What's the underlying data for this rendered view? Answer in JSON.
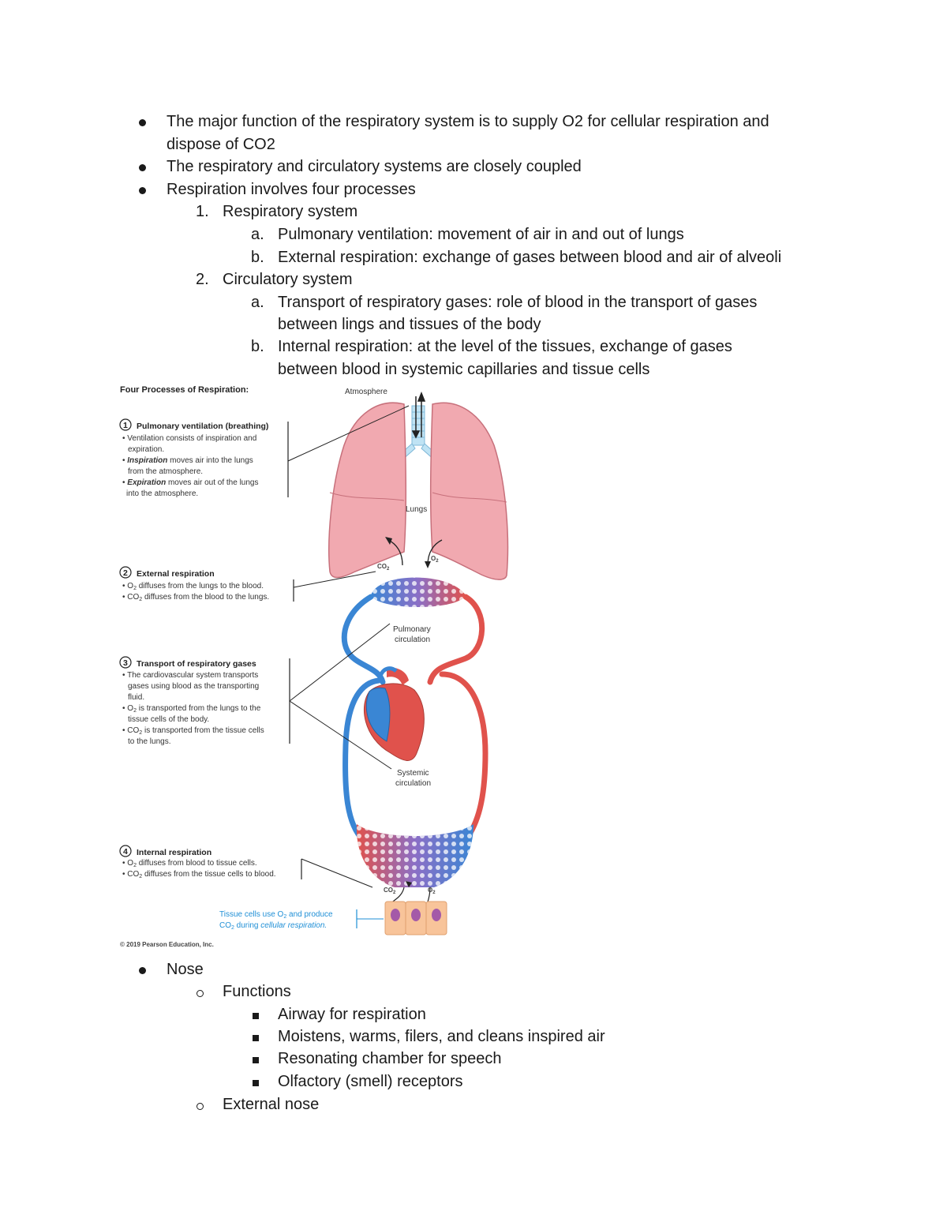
{
  "top_list": {
    "item1_line1": "The major function of the respiratory system is to supply O2 for cellular respiration and",
    "item1_line2": "dispose of CO2",
    "item2": "The respiratory and circulatory systems are closely coupled",
    "item3": "Respiration involves four processes",
    "sub1": {
      "marker": "1.",
      "label": "Respiratory system",
      "a_marker": "a.",
      "a": "Pulmonary ventilation: movement of air in and out of lungs",
      "b_marker": "b.",
      "b": "External respiration: exchange of gases between blood and air of alveoli"
    },
    "sub2": {
      "marker": "2.",
      "label": "Circulatory system",
      "a_marker": "a.",
      "a_line1": "Transport of respiratory gases: role of blood in the transport of gases",
      "a_line2": "between lings and tissues of the body",
      "b_marker": "b.",
      "b_line1": "Internal respiration: at the level of the tissues, exchange of gases",
      "b_line2": "between blood in systemic capillaries and tissue cells"
    }
  },
  "figure": {
    "title": "Four Processes of Respiration:",
    "atmosphere": "Atmosphere",
    "lungs": "Lungs",
    "co2": "CO",
    "o2": "O",
    "sub2": "2",
    "pulmonary_1": "Pulmonary",
    "pulmonary_2": "circulation",
    "systemic_1": "Systemic",
    "systemic_2": "circulation",
    "step1": {
      "num": "1",
      "head": "Pulmonary ventilation (breathing)",
      "l1": "• Ventilation consists of inspiration and",
      "l2": "expiration.",
      "l3a": "• ",
      "l3b": "Inspiration",
      "l3c": " moves air into the lungs",
      "l4": "from the atmosphere.",
      "l5a": "• ",
      "l5b": "Expiration",
      "l5c": " moves air out of the lungs",
      "l6": "into the atmosphere."
    },
    "step2": {
      "num": "2",
      "head": "External respiration",
      "l1a": "• O",
      "l1b": " diffuses from the lungs to the blood.",
      "l2a": "• CO",
      "l2b": " diffuses from the blood to the lungs."
    },
    "step3": {
      "num": "3",
      "head": "Transport of respiratory gases",
      "l1": "• The cardiovascular system transports",
      "l2": "gases using blood as the transporting",
      "l3": "fluid.",
      "l4a": "• O",
      "l4b": " is transported from the lungs to the",
      "l5": "tissue cells of the body.",
      "l6a": "• CO",
      "l6b": " is transported from the tissue cells",
      "l7": "to the lungs."
    },
    "step4": {
      "num": "4",
      "head": "Internal respiration",
      "l1a": "• O",
      "l1b": " diffuses from blood to tissue cells.",
      "l2a": "• CO",
      "l2b": " diffuses from the tissue cells to blood."
    },
    "tissue_l1a": "Tissue cells use O",
    "tissue_l1b": " and produce",
    "tissue_l2a": "CO",
    "tissue_l2b": " during ",
    "tissue_l2c": "cellular respiration.",
    "copyright": "© 2019 Pearson Education, Inc."
  },
  "nose_list": {
    "nose": "Nose",
    "functions": "Functions",
    "f1": "Airway for respiration",
    "f2": "Moistens, warms, filers, and cleans inspired air",
    "f3": "Resonating chamber for speech",
    "f4": "Olfactory (smell) receptors",
    "external": "External nose"
  }
}
